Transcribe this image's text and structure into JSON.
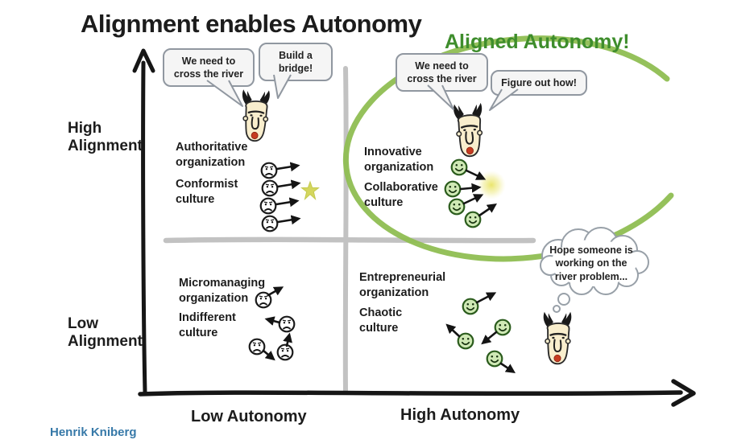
{
  "title": "Alignment enables Autonomy",
  "annotation": {
    "label": "Aligned Autonomy!"
  },
  "signature": "Henrik Kniberg",
  "axes": {
    "y_high": "High\nAlignment",
    "y_low": "Low\nAlignment",
    "x_low": "Low Autonomy",
    "x_high": "High Autonomy"
  },
  "quadrants": {
    "top_left": {
      "org": "Authoritative\norganization",
      "culture": "Conformist\nculture"
    },
    "top_right": {
      "org": "Innovative\norganization",
      "culture": "Collaborative\nculture"
    },
    "bottom_left": {
      "org": "Micromanaging\norganization",
      "culture": "Indifferent\nculture"
    },
    "bottom_right": {
      "org": "Entrepreneurial\norganization",
      "culture": "Chaotic\nculture"
    }
  },
  "speech_bubbles": {
    "top_left_problem": "We need to\ncross the river",
    "top_left_directive": "Build a\nbridge!",
    "top_right_problem": "We need to\ncross the river",
    "top_right_directive": "Figure out how!",
    "bottom_right_thought": "Hope someone is\nworking on the\nriver problem..."
  },
  "icons": {
    "boss": "boss-character-icon",
    "aligned_member": "happy-face-icon",
    "unaligned_member": "sad-face-icon",
    "goal": "star-icon",
    "target": "glow-icon"
  },
  "colors": {
    "annotation_green": "#3e8d2c",
    "circle_green": "#8fbe52",
    "axis_black": "#161616",
    "grid_gray": "#c2c2c2",
    "signature_blue": "#3779a8",
    "bubble_border": "#9097a0",
    "bubble_fill": "#f5f5f5",
    "happy_face_fill": "#cfe9b5",
    "happy_face_stroke": "#2b5c1d",
    "goal_yellow": "#e9e66f"
  }
}
